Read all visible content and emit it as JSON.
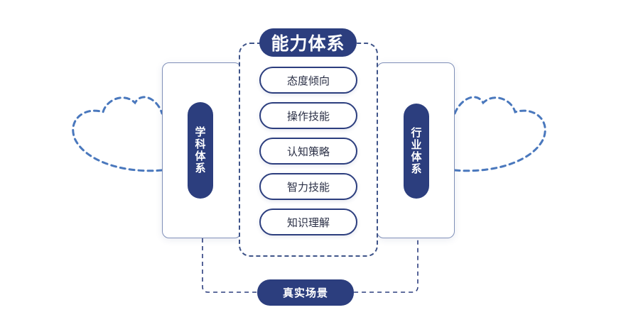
{
  "center": {
    "title": "能力体系",
    "items": [
      "态度倾向",
      "操作技能",
      "认知策略",
      "智力技能",
      "知识理解"
    ]
  },
  "left": {
    "label": "学科体系"
  },
  "right": {
    "label": "行业体系"
  },
  "bottom": {
    "label": "真实场景"
  },
  "colors": {
    "navy": "#2c3e7e",
    "dash_blue": "#4a78bd",
    "panel_border": "#7f8fb8"
  }
}
